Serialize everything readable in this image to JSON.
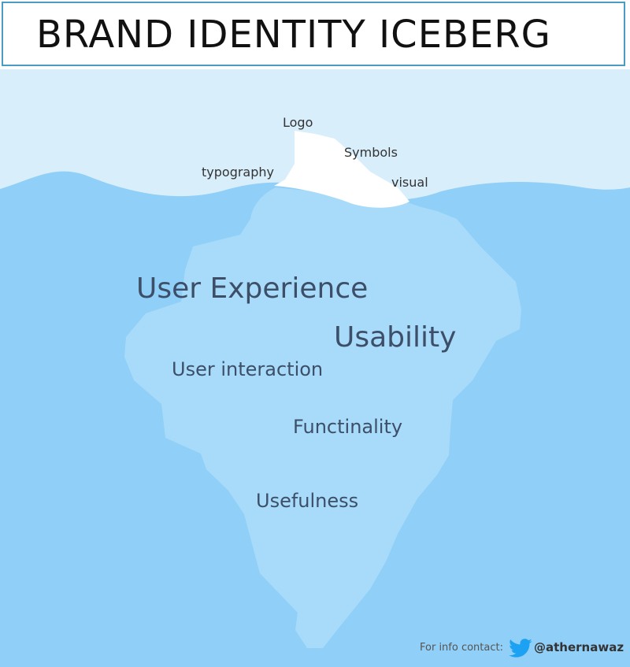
{
  "title": "BRAND IDENTITY ICEBERG",
  "above_water": {
    "logo": "Logo",
    "symbols": "Symbols",
    "typography": "typography",
    "visual": "visual"
  },
  "below_water": {
    "user_experience": "User Experience",
    "usability": "Usability",
    "user_interaction": "User interaction",
    "functionality": "Functinality",
    "usefulness": "Usefulness"
  },
  "footer": {
    "contact_label": "For info contact:",
    "handle": "@athernawaz",
    "icon": "twitter-bird-icon"
  },
  "colors": {
    "sky": "#d8eefb",
    "water": "#90cff7",
    "ice_underwater": "#a7dbf9",
    "ice_tip": "#ffffff",
    "border": "#4a9cc4",
    "twitter": "#1da1f2"
  }
}
